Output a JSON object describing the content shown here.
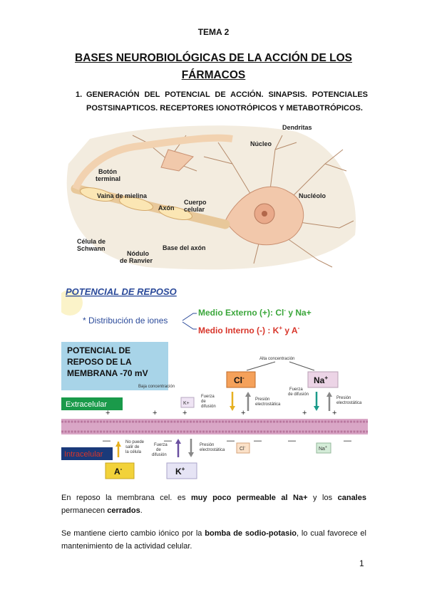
{
  "header": {
    "tema": "TEMA 2"
  },
  "title": {
    "line1": "BASES NEUROBIOLÓGICAS DE LA ACCIÓN DE LOS",
    "line2": "FÁRMACOS"
  },
  "section": {
    "number": "1.",
    "text": "GENERACIÓN DEL POTENCIAL DE ACCIÓN. SINAPSIS. POTENCIALES POSTSINAPTICOS. RECEPTORES IONOTRÓPICOS Y METABOTRÓPICOS."
  },
  "neuron_labels": {
    "dendritas": "Dendritas",
    "nucleo": "Núcleo",
    "boton1": "Botón",
    "boton2": "terminal",
    "vaina": "Vaina de mielina",
    "axon": "Axón",
    "cuerpo1": "Cuerpo",
    "cuerpo2": "celular",
    "nucleolo": "Nucléolo",
    "celula1": "Célula de",
    "celula2": "Schwann",
    "nodulo1": "Nódulo",
    "nodulo2": "de Ranvier",
    "base": "Base del axón"
  },
  "slide1": {
    "title": "POTENCIAL DE REPOSO",
    "distribucion": "* Distribución de iones",
    "externo": "Medio Externo (+): Cl",
    "externo_sup": "-",
    "externo_tail": " y Na+",
    "interno": "Medio Interno (-) : K",
    "interno_sup": "+",
    "interno_tail": " y A",
    "interno_tail_sup": "-"
  },
  "slide2": {
    "box1": "POTENCIAL DE",
    "box2": "REPOSO DE LA",
    "box3": "MEMBRANA -70 mV",
    "alta": "Alta concentración",
    "baja": "Baja concentración",
    "cl": "Cl",
    "na": "Na",
    "k_small": "K+",
    "extracelular": "Extracelular",
    "intracelular": "Intracelular",
    "fuerza_a1": "Fuerza",
    "fuerza_a2": "de",
    "fuerza_a3": "difusión",
    "presion1": "Presión",
    "presion2": "electrostática",
    "fuerza_b1": "Fuerza",
    "fuerza_b2": "de difusión",
    "presion_b1": "Presión",
    "presion_b2": "electrostática",
    "no1": "No puede",
    "no2": "salir de",
    "no3": "la célula",
    "fuerza_c1": "Fuerza",
    "fuerza_c2": "de",
    "fuerza_c3": "difusión",
    "presion_c1": "Presión",
    "presion_c2": "electrostática",
    "cl_small": "Cl",
    "na_small": "Na",
    "a_big": "A",
    "k_big": "K"
  },
  "paragraph1": {
    "p1": "En reposo la membrana cel. es ",
    "b1": "muy poco permeable al Na+",
    "p2": " y los ",
    "b2": "canales",
    "p3": " permanecen ",
    "b3": "cerrados",
    "p4": "."
  },
  "paragraph2": {
    "p1": "Se mantiene cierto cambio iónico por la ",
    "b1": "bomba de sodio-potasio",
    "p2": ", lo cual favorece el mantenimiento de la actividad celular."
  },
  "page_number": "1"
}
